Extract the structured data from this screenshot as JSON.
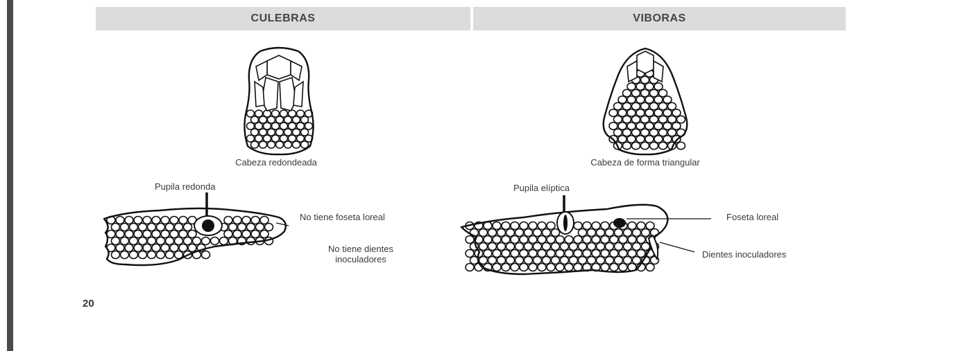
{
  "headers": {
    "left": "CULEBRAS",
    "right": "VIBORAS"
  },
  "culebras": {
    "top_caption": "Cabeza redondeada",
    "pupil_label": "Pupila redonda",
    "pit_label": "No tiene foseta loreal",
    "fangs_label_line1": "No tiene dientes",
    "fangs_label_line2": "inoculadores"
  },
  "viboras": {
    "top_caption": "Cabeza de forma triangular",
    "pupil_label": "Pupila elíptica",
    "pit_label": "Foseta loreal",
    "fangs_label": "Dientes inoculadores"
  },
  "page_number": "20"
}
